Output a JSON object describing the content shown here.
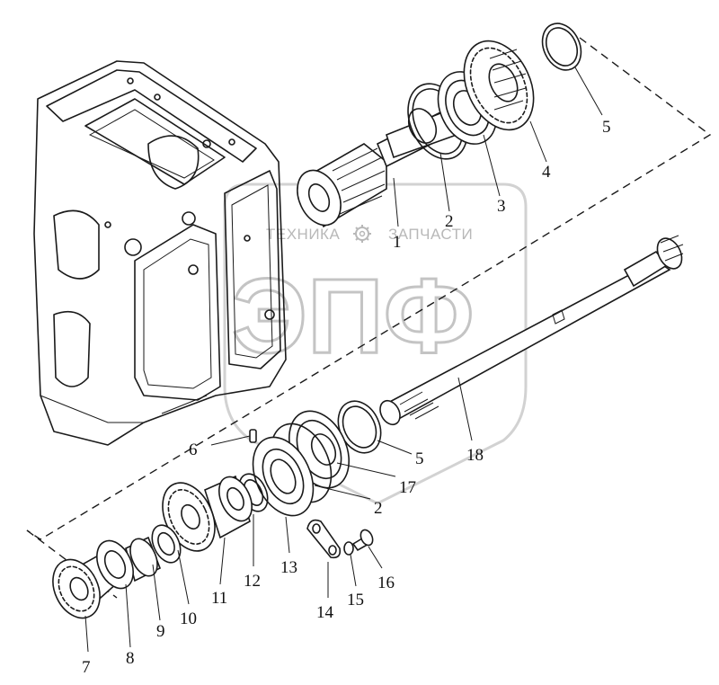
{
  "watermark": {
    "left_word": "ТЕХНИКА",
    "right_word": "ЗАПЧАСТИ",
    "logo_letters": "ЭПФ",
    "gear_icon": "gear-icon"
  },
  "colors": {
    "ink": "#1a1a1a",
    "watermark": "#c4c4c4",
    "background": "#ffffff"
  },
  "parts": [
    {
      "id": "p1",
      "label": "1"
    },
    {
      "id": "p2",
      "label": "2"
    },
    {
      "id": "p3",
      "label": "3"
    },
    {
      "id": "p4",
      "label": "4"
    },
    {
      "id": "p5",
      "label": "5"
    },
    {
      "id": "p6",
      "label": "6"
    },
    {
      "id": "p7",
      "label": "7"
    },
    {
      "id": "p8",
      "label": "8"
    },
    {
      "id": "p9",
      "label": "9"
    },
    {
      "id": "p10",
      "label": "10"
    },
    {
      "id": "p11",
      "label": "11"
    },
    {
      "id": "p12",
      "label": "12"
    },
    {
      "id": "p13",
      "label": "13"
    },
    {
      "id": "p14",
      "label": "14"
    },
    {
      "id": "p15",
      "label": "15"
    },
    {
      "id": "p16",
      "label": "16"
    },
    {
      "id": "p5b",
      "label": "5"
    },
    {
      "id": "p17",
      "label": "17"
    },
    {
      "id": "p2b",
      "label": "2"
    },
    {
      "id": "p18",
      "label": "18"
    }
  ]
}
